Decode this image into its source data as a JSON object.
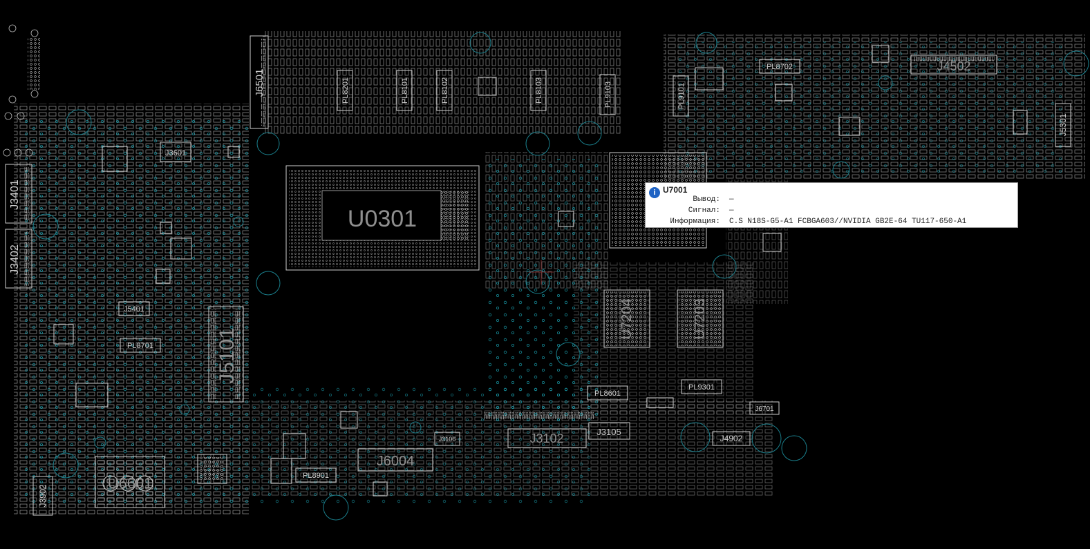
{
  "viewer": {
    "background_color": "#000000",
    "silkscreen_color": "#cfcfcf",
    "via_color": "#1aa7b7"
  },
  "components_large": {
    "cpu": "U0301",
    "connector_j5101": "J5101",
    "memory_u7204": "U7204",
    "memory_u7203": "U7203",
    "connector_j6004": "J6004",
    "connector_j3102": "J3102",
    "connector_j4502": "J4502",
    "module_u6601": "U6601"
  },
  "components_side": {
    "j6501": "J6501",
    "j3401": "J3401",
    "j3402": "J3402",
    "j3902": "J3902",
    "j3601": "J3601",
    "j5401": "J5401",
    "j5301": "J5301",
    "j3106": "J3106",
    "j3105": "J3105",
    "j4902": "J4902",
    "j6701": "J6701",
    "pl8701": "PL8701",
    "pl8601": "PL8601",
    "pl9301": "PL9301",
    "pl8901": "PL8901",
    "pl8702": "PL8702",
    "pl8201": "PL8201",
    "pl8101": "PL8101",
    "pl8102": "PL8102",
    "pl8103": "PL8103",
    "pl9103": "PL9103",
    "pl9101": "PL9101"
  },
  "tooltip": {
    "component": "U7001",
    "rows": [
      {
        "key": "Вывод:",
        "value": "—"
      },
      {
        "key": "Сигнал:",
        "value": "—"
      },
      {
        "key": "Информация:",
        "value": "C.S N18S-G5-A1 FCBGA603//NVIDIA GB2E-64 TU117-650-A1"
      }
    ]
  }
}
